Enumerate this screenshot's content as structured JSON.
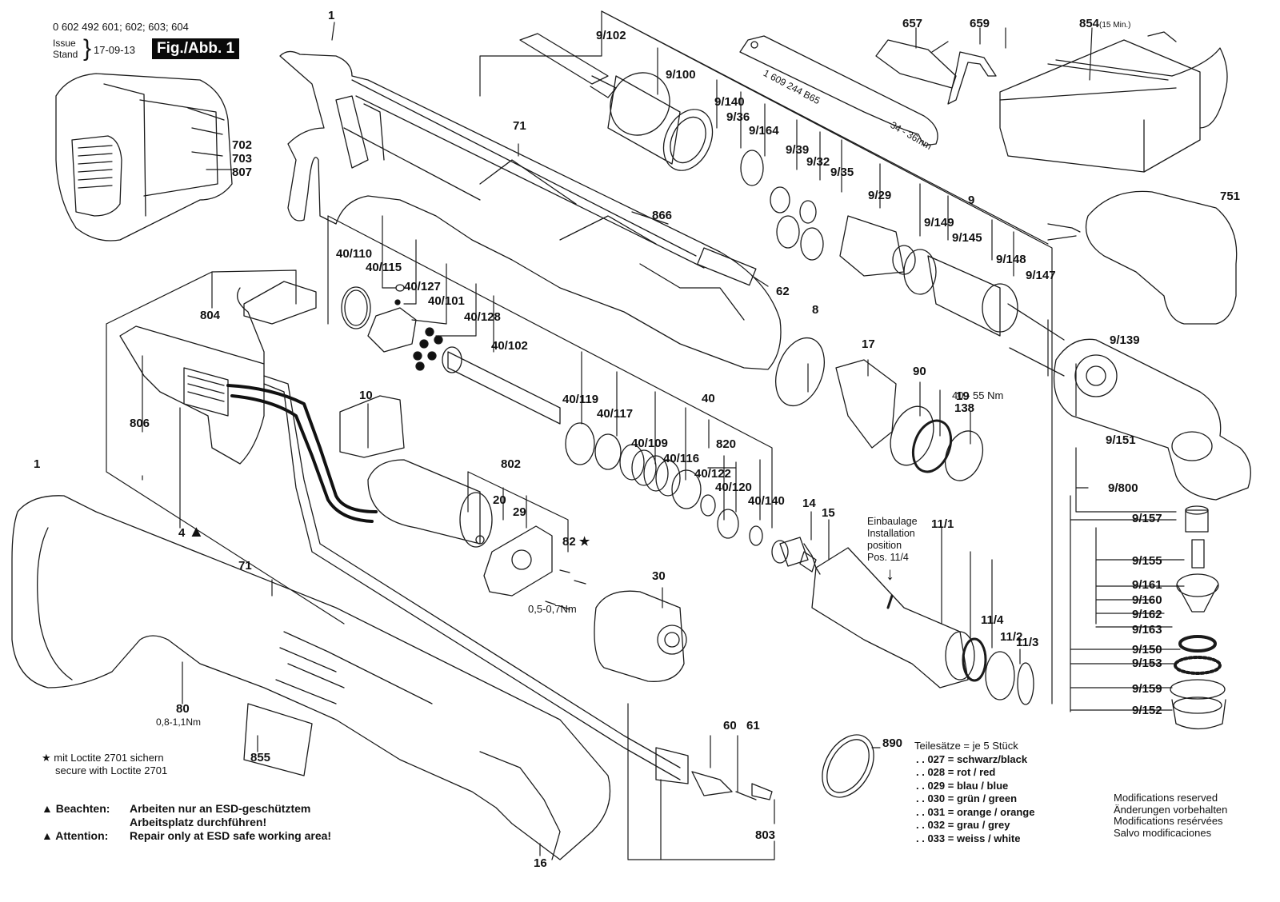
{
  "header": {
    "model_numbers": "0 602 492 601; 602; 603; 604",
    "issue_label": "Issue",
    "stand_label": "Stand",
    "date": "17-09-13",
    "figure_label": "Fig./Abb. 1"
  },
  "part_labels": {
    "p1_top": "1",
    "p1_bottom": "1",
    "p4": "4",
    "p8": "8",
    "p9": "9",
    "p9_29": "9/29",
    "p9_32": "9/32",
    "p9_35": "9/35",
    "p9_36": "9/36",
    "p9_39": "9/39",
    "p9_100": "9/100",
    "p9_102": "9/102",
    "p9_139": "9/139",
    "p9_140": "9/140",
    "p9_145": "9/145",
    "p9_147": "9/147",
    "p9_148": "9/148",
    "p9_149": "9/149",
    "p9_150": "9/150",
    "p9_151": "9/151",
    "p9_152": "9/152",
    "p9_153": "9/153",
    "p9_155": "9/155",
    "p9_157": "9/157",
    "p9_159": "9/159",
    "p9_160": "9/160",
    "p9_161": "9/161",
    "p9_162": "9/162",
    "p9_163": "9/163",
    "p9_164": "9/164",
    "p9_800": "9/800",
    "p10": "10",
    "p11_1": "11/1",
    "p11_2": "11/2",
    "p11_3": "11/3",
    "p11_4": "11/4",
    "p14": "14",
    "p15": "15",
    "p16": "16",
    "p17": "17",
    "p19": "19",
    "p20": "20",
    "p29": "29",
    "p30": "30",
    "p40": "40",
    "p40_101": "40/101",
    "p40_102": "40/102",
    "p40_109": "40/109",
    "p40_110": "40/110",
    "p40_115": "40/115",
    "p40_116": "40/116",
    "p40_117": "40/117",
    "p40_119": "40/119",
    "p40_120": "40/120",
    "p40_122": "40/122",
    "p40_127": "40/127",
    "p40_128": "40/128",
    "p40_140": "40/140",
    "p60": "60",
    "p61": "61",
    "p62": "62",
    "p71_top": "71",
    "p71_bottom": "71",
    "p80": "80",
    "p82": "82",
    "p90": "90",
    "p138": "138",
    "p657": "657",
    "p659": "659",
    "p702": "702",
    "p703": "703",
    "p751": "751",
    "p802": "802",
    "p803": "803",
    "p804": "804",
    "p806": "806",
    "p807": "807",
    "p820": "820",
    "p854": "854",
    "p855": "855",
    "p866": "866",
    "p890": "890"
  },
  "annotations": {
    "charger_time": "(15 Min.)",
    "wrench_part_no": "1 609 244 B65",
    "wrench_size": "34 - 36mm",
    "torque_138": "40 - 55 Nm",
    "torque_82": "0,5-0,7Nm",
    "torque_80": "0,8-1,1Nm",
    "install_position": [
      "Einbaulage",
      "Installation",
      "position",
      "Pos. 11/4"
    ]
  },
  "legend": {
    "loctite_de": "mit Loctite 2701 sichern",
    "loctite_en": "secure with Loctite 2701",
    "esd_de_key": "Beachten:",
    "esd_de_line1": "Arbeiten nur an ESD-geschütztem",
    "esd_de_line2": "Arbeitsplatz durchführen!",
    "esd_en_key": "Attention:",
    "esd_en_text": "Repair only at ESD safe working area!"
  },
  "kits": {
    "title": "Teilesätze = je 5 Stück",
    "items": [
      ". . 027 = schwarz/black",
      ". . 028 = rot / red",
      ". . 029 = blau / blue",
      ". . 030 = grün / green",
      ". . 031 = orange / orange",
      ". . 032 = grau / grey",
      ". . 033 = weiss / white"
    ]
  },
  "modifications": [
    "Modifications reserved",
    "Änderungen vorbehalten",
    "Modifications resérvées",
    "Salvo modificaciones"
  ],
  "symbols": {
    "star": "★",
    "triangle": "▲",
    "arrow_down": "↓"
  }
}
